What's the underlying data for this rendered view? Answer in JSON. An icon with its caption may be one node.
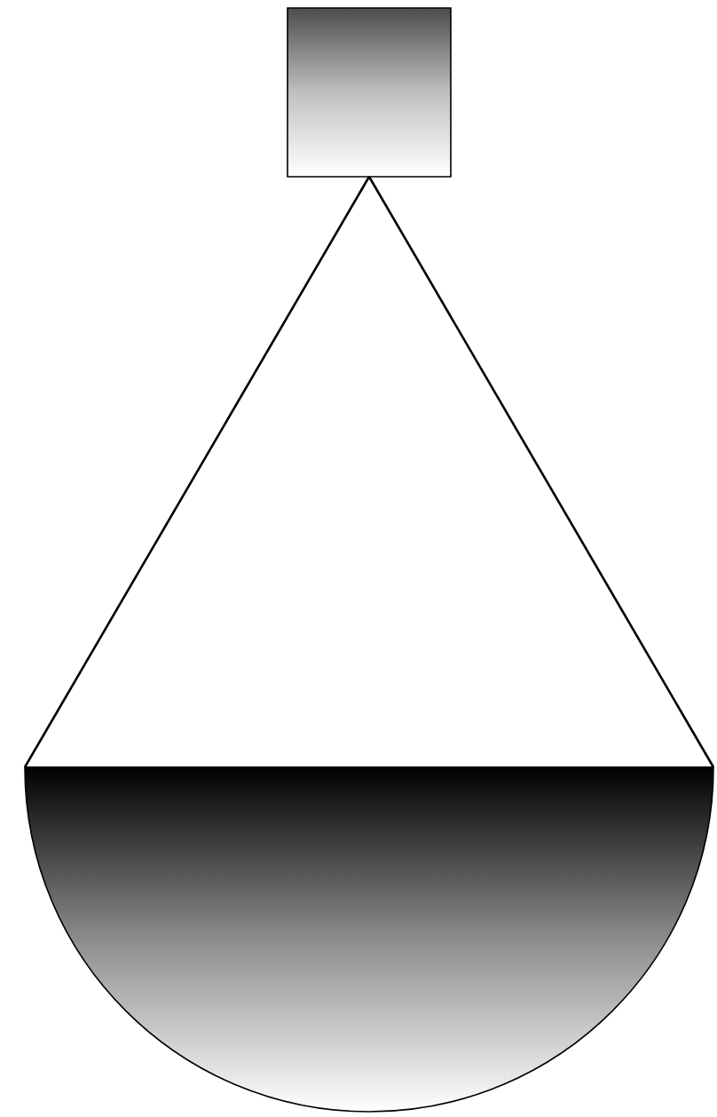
{
  "diagram": {
    "nodes": [
      {
        "text": [],
        "shape": "box"
      },
      {
        "text": [],
        "shape": "semicircle"
      }
    ],
    "edges": [
      {
        "from": 0,
        "to": 1,
        "arrow": "none"
      },
      {
        "from": 0,
        "to": 1,
        "arrow": "none"
      }
    ]
  }
}
